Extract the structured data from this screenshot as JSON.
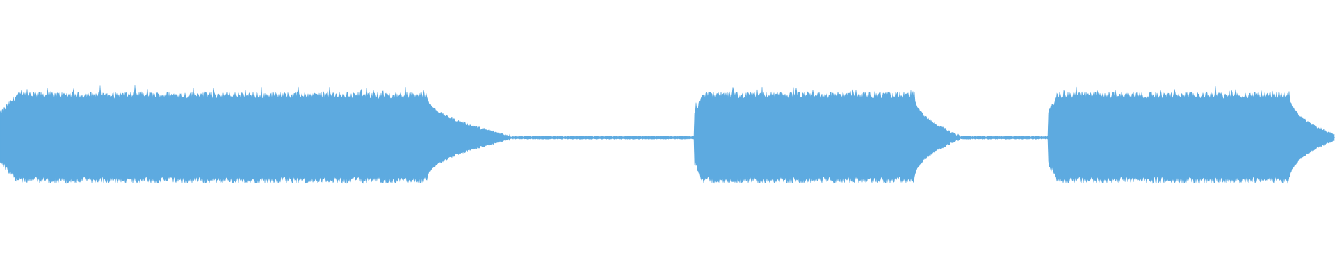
{
  "waveform": {
    "color": "#5DAAE0",
    "background": "#FFFFFF",
    "peak_scale": "normalized 0-1",
    "segments": [
      {
        "kind": "sound",
        "start_fraction": 0.0,
        "end_fraction": 0.32,
        "peak": 0.78
      },
      {
        "kind": "decay",
        "start_fraction": 0.32,
        "end_fraction": 0.385,
        "peak_from": 0.78,
        "peak_to": 0.02
      },
      {
        "kind": "silence",
        "start_fraction": 0.385,
        "end_fraction": 0.52,
        "peak": 0.02
      },
      {
        "kind": "sound",
        "start_fraction": 0.52,
        "end_fraction": 0.685,
        "peak": 0.78
      },
      {
        "kind": "decay",
        "start_fraction": 0.685,
        "end_fraction": 0.72,
        "peak_from": 0.78,
        "peak_to": 0.02
      },
      {
        "kind": "silence",
        "start_fraction": 0.72,
        "end_fraction": 0.785,
        "peak": 0.02
      },
      {
        "kind": "sound",
        "start_fraction": 0.785,
        "end_fraction": 0.966,
        "peak": 0.78
      },
      {
        "kind": "decay",
        "start_fraction": 0.966,
        "end_fraction": 1.0,
        "peak_from": 0.78,
        "peak_to": 0.04
      }
    ]
  }
}
